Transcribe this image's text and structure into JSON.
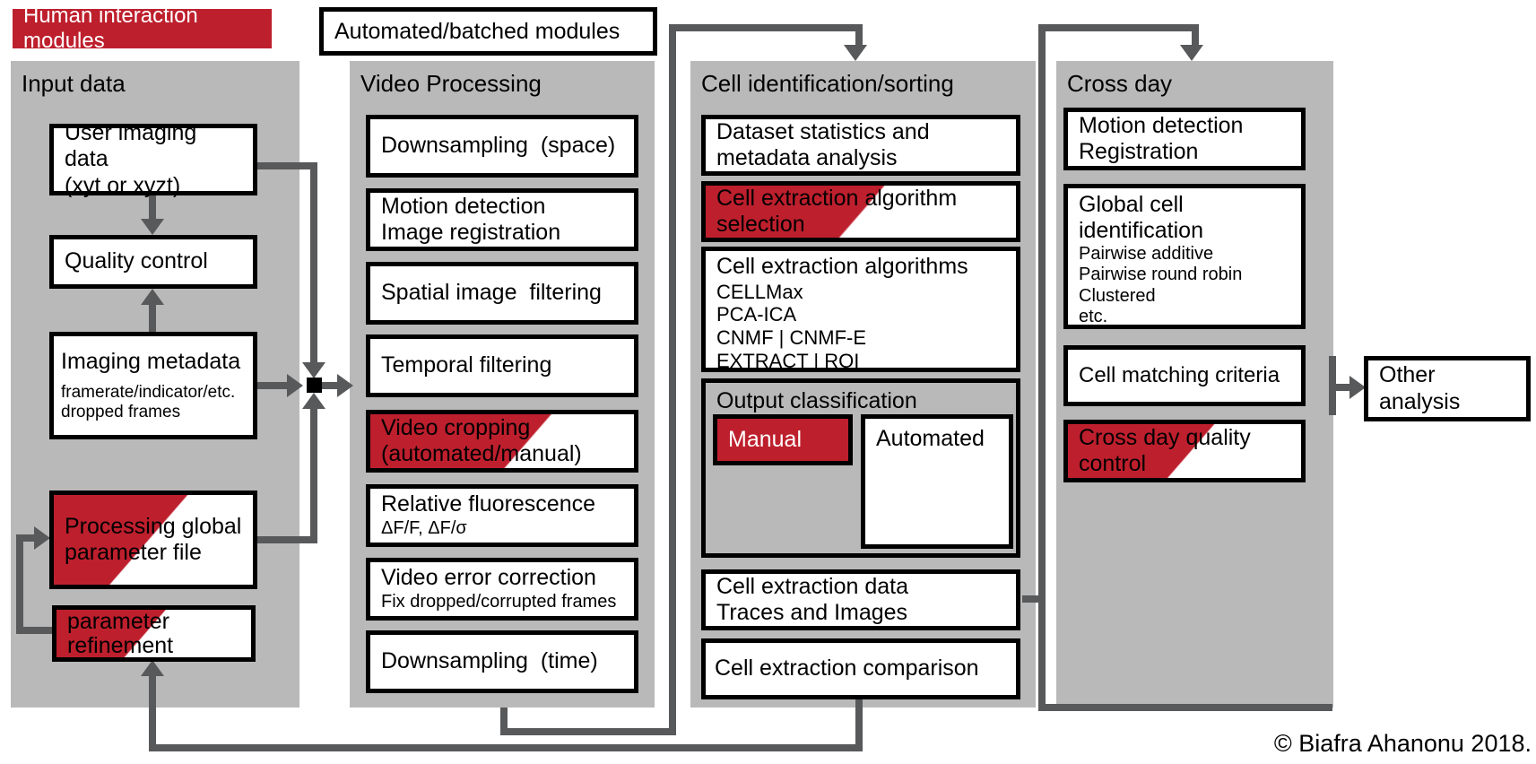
{
  "colors": {
    "accent_red": "#be1f2d",
    "column_gray": "#b9b9b9",
    "arrow_gray": "#58595b",
    "border_black": "#000000"
  },
  "legend": {
    "human_label": "Human interaction modules",
    "automated_label": "Automated/batched modules"
  },
  "columns": {
    "input": {
      "title": "Input data",
      "user_imaging": {
        "l1": "User imaging data",
        "l2": "(xyt or xyzt)"
      },
      "quality_control": "Quality control",
      "imaging_metadata": {
        "l1": "Imaging metadata",
        "l2": "framerate/indicator/etc.",
        "l3": "dropped frames"
      },
      "processing_global": {
        "l1": "Processing global",
        "l2": "parameter file"
      },
      "parameter_refinement": {
        "l1": "parameter",
        "l2": "refinement"
      }
    },
    "video": {
      "title": "Video Processing",
      "downsampling_space": "Downsampling  (space)",
      "motion": {
        "l1": "Motion detection",
        "l2": "Image registration"
      },
      "spatial": "Spatial image  filtering",
      "temporal": "Temporal filtering",
      "cropping": {
        "l1": "Video cropping",
        "l2": "(automated/manual)"
      },
      "fluorescence": {
        "l1": "Relative fluorescence",
        "l2": "ΔF/F, ΔF/σ"
      },
      "error": {
        "l1": "Video error correction",
        "l2": "Fix dropped/corrupted frames"
      },
      "downsampling_time": "Downsampling  (time)"
    },
    "cell": {
      "title": "Cell identification/sorting",
      "dataset": {
        "l1": "Dataset statistics and",
        "l2": "metadata analysis"
      },
      "selection": {
        "l1": "Cell extraction algorithm",
        "l2": "selection"
      },
      "algorithms": {
        "l1": "Cell extraction algorithms",
        "l2": "CELLMax",
        "l3": "PCA-ICA",
        "l4": "CNMF | CNMF-E",
        "l5": "EXTRACT | ROI"
      },
      "output_classification": {
        "title": "Output classification",
        "manual": "Manual",
        "automated": "Automated"
      },
      "data": {
        "l1": "Cell extraction data",
        "l2": "Traces and Images"
      },
      "comparison": "Cell extraction comparison"
    },
    "crossday": {
      "title": "Cross day",
      "motion": {
        "l1": "Motion detection",
        "l2": "Registration"
      },
      "global": {
        "l1": "Global cell",
        "l2": "identification",
        "l3": "Pairwise additive",
        "l4": "Pairwise round robin",
        "l5": "Clustered",
        "l6": "etc."
      },
      "matching": "Cell matching criteria",
      "qc": {
        "l1": "Cross day quality",
        "l2": "control"
      }
    }
  },
  "other_analysis": "Other analysis",
  "copyright": "© Biafra Ahanonu 2018."
}
